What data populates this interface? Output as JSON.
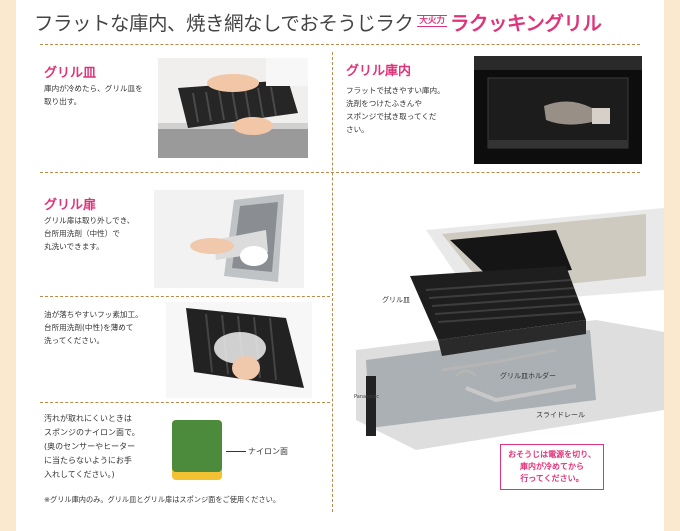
{
  "header": {
    "title": "フラットな庫内、焼き網なしでおそうじラク",
    "badge": "大火力",
    "brand": "ラクッキングリル"
  },
  "sections": {
    "grill_plate": {
      "heading": "グリル皿",
      "text": [
        "庫内が冷めたら、グリル皿を",
        "取り出す。"
      ]
    },
    "grill_interior": {
      "heading": "グリル庫内",
      "text": [
        "フラットで拭きやすい庫内。",
        "洗剤をつけたふきんや",
        "スポンジで拭き取ってくだ",
        "さい。"
      ]
    },
    "grill_door": {
      "heading": "グリル扉",
      "text": [
        "グリル扉は取り外しでき、",
        "台所用洗剤（中性）で",
        "丸洗いできます。"
      ]
    },
    "fluorine": {
      "text": [
        "油が落ちやすいフッ素加工。",
        "台所用洗剤(中性)を薄めて",
        "洗ってください。"
      ]
    },
    "sponge": {
      "text": [
        "汚れが取れにくいときは",
        "スポンジのナイロン面で。",
        "(奥のセンサーやヒーター",
        "に当たらないようにお手",
        "入れしてください。)"
      ],
      "nylon_label": "ナイロン面",
      "footnote": "※グリル庫内のみ。グリル皿とグリル扉はスポンジ面をご使用ください。"
    },
    "diagram": {
      "label_plate": "グリル皿",
      "label_holder": "グリル皿ホルダー",
      "label_rail": "スライドレール",
      "brand_mark": "Panasonic",
      "note": [
        "おそうじは電源を切り、",
        "庫内が冷めてから",
        "行ってください。"
      ]
    }
  },
  "colors": {
    "accent": "#e0337a",
    "background": "#fbe9cf",
    "divider": "#b98b4a"
  }
}
